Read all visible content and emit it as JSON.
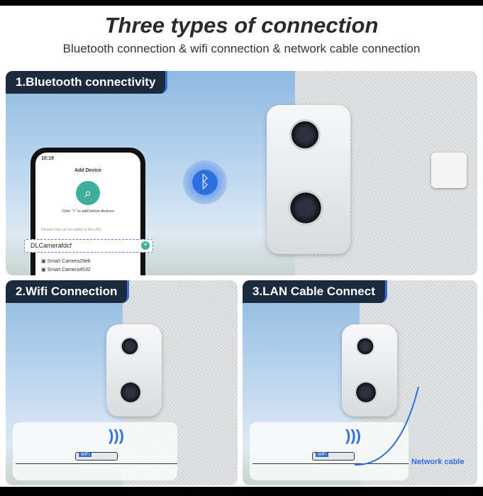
{
  "header": {
    "title": "Three types of connection",
    "subtitle": "Bluetooth connection & wifi connection & network cable connection"
  },
  "panels": [
    {
      "label": "1.Bluetooth connectivity"
    },
    {
      "label": "2.Wifi Connection"
    },
    {
      "label": "3.LAN Cable Connect",
      "cable_label": "Network cable"
    }
  ],
  "phone": {
    "time": "10:19",
    "screen_title": "Add Device",
    "hint": "Click \"+\" to add below devices",
    "section": "Devices that can be added in the LAN",
    "highlighted_device": "DLCamerafdcf",
    "devices": [
      "Smart Camera29eb",
      "Smart Camera4532"
    ]
  },
  "router_label": "WiFi",
  "colors": {
    "accent": "#2f6ee0",
    "tag_bg": "#1c2a3e",
    "app_teal": "#3fae9c"
  }
}
